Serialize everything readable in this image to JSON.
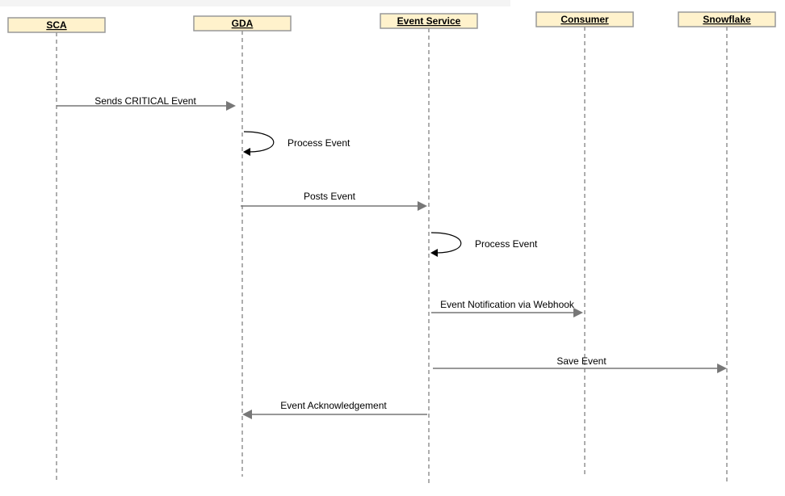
{
  "actors": [
    {
      "id": "sca",
      "label": "SCA"
    },
    {
      "id": "gda",
      "label": "GDA"
    },
    {
      "id": "event_service",
      "label": "Event Service"
    },
    {
      "id": "consumer",
      "label": "Consumer"
    },
    {
      "id": "snowflake",
      "label": "Snowflake"
    }
  ],
  "messages": [
    {
      "from": "sca",
      "to": "gda",
      "label": "Sends CRITICAL Event"
    },
    {
      "from": "gda",
      "to": "gda",
      "label": "Process Event"
    },
    {
      "from": "gda",
      "to": "event_service",
      "label": "Posts Event"
    },
    {
      "from": "event_service",
      "to": "event_service",
      "label": "Process Event"
    },
    {
      "from": "event_service",
      "to": "consumer",
      "label": "Event Notification via Webhook"
    },
    {
      "from": "event_service",
      "to": "snowflake",
      "label": "Save Event"
    },
    {
      "from": "event_service",
      "to": "gda",
      "label": "Event Acknowledgement"
    }
  ],
  "colors": {
    "actor_fill": "#fff2cc",
    "actor_border": "#999999",
    "line": "#777777"
  }
}
